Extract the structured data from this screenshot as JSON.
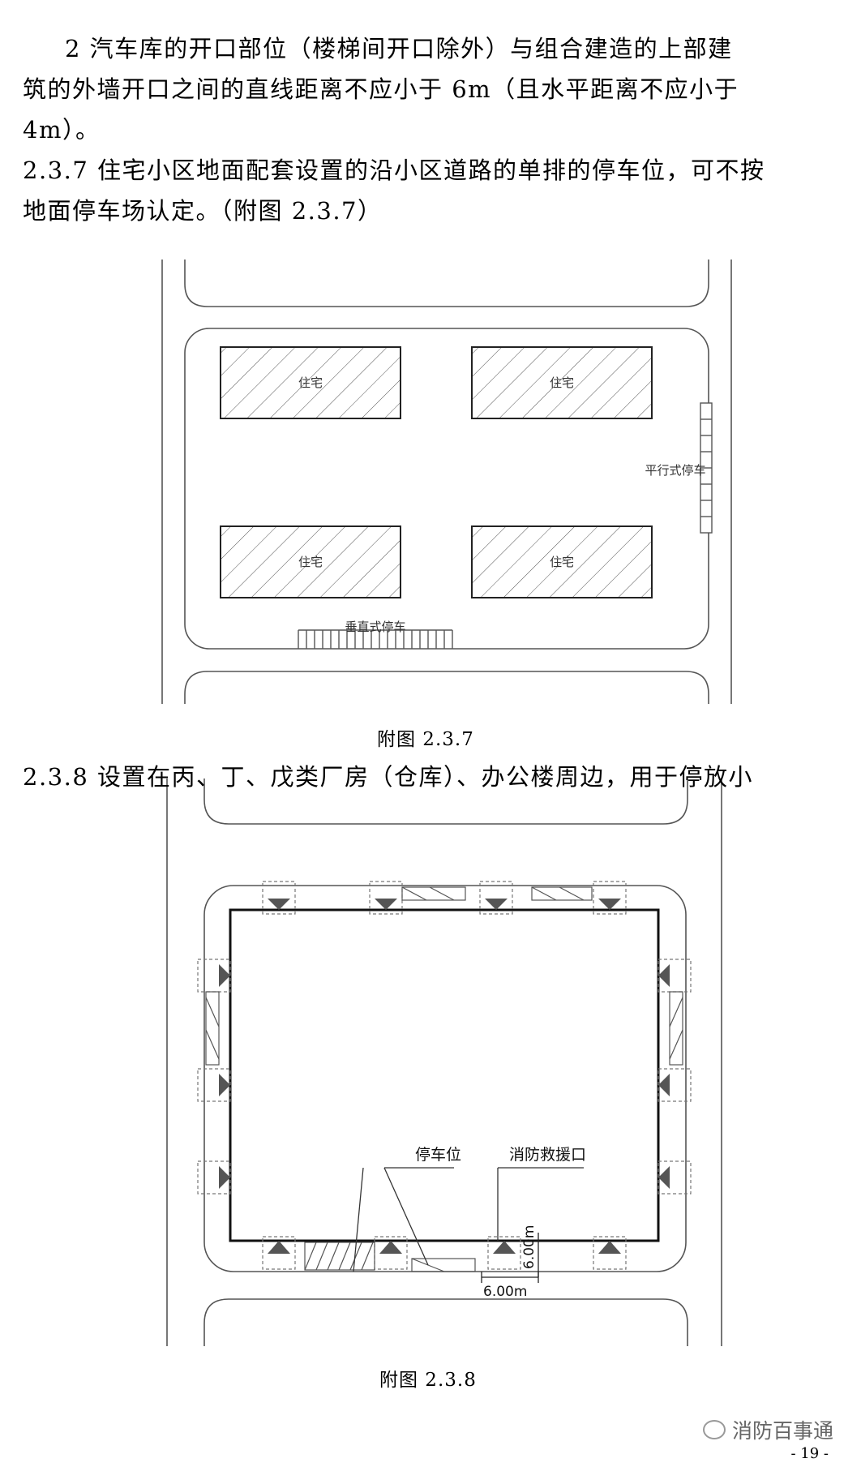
{
  "paragraphs": {
    "p1_line1": "2  汽车库的开口部位（楼梯间开口除外）与组合建造的上部建",
    "p1_line2": "筑的外墙开口之间的直线距离不应小于 6m（且水平距离不应小于",
    "p1_line3": "4m）。",
    "p2_line1": "2.3.7  住宅小区地面配套设置的沿小区道路的单排的停车位，可不按",
    "p2_line2": "地面停车场认定。（附图 2.3.7）",
    "p3_line1": "2.3.8  设置在丙、丁、戊类厂房（仓库）、办公楼周边，用于停放小"
  },
  "figure1": {
    "caption": "附图 2.3.7",
    "building_label": "住宅",
    "parallel_parking_label": "平行式停车",
    "vertical_parking_label": "垂直式停车"
  },
  "figure2": {
    "caption": "附图 2.3.8",
    "parking_label": "停车位",
    "rescue_label": "消防救援口",
    "dim_horizontal": "6.00m",
    "dim_vertical": "6.00m"
  },
  "footer": {
    "watermark": "消防百事通",
    "page_number": "- 19 -"
  }
}
